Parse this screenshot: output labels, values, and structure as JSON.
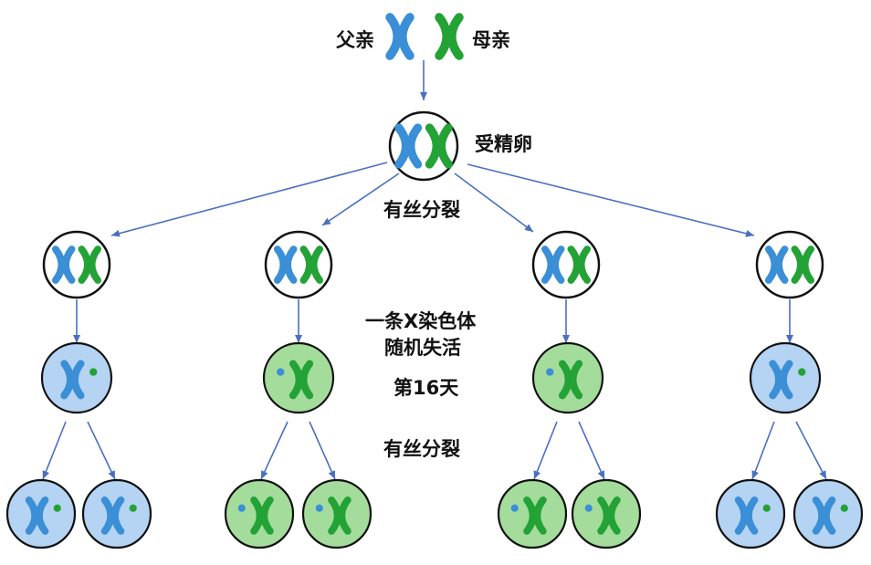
{
  "labels": {
    "father": "父亲",
    "mother": "母亲",
    "zygote": "受精卵",
    "mitosis_1": "有丝分裂",
    "x_inactivation_line1": "一条X染色体",
    "x_inactivation_line2": "随机失活",
    "day": "第16天",
    "mitosis_2": "有丝分裂"
  },
  "colors": {
    "paternal_x": "#3a8fd6",
    "maternal_x": "#23a236",
    "arrow": "#4a6fc0",
    "blue_cell_fill": "#b5d3f3",
    "green_cell_fill": "#a4dc9c",
    "white_cell_fill": "#ffffff",
    "cell_border": "#111111"
  },
  "generations": {
    "level2_cells": [
      "paternal+maternal",
      "paternal+maternal",
      "paternal+maternal",
      "paternal+maternal"
    ],
    "level3_active_x": [
      "paternal",
      "maternal",
      "maternal",
      "paternal"
    ],
    "level4_active_x": [
      "paternal",
      "paternal",
      "maternal",
      "maternal",
      "maternal",
      "maternal",
      "paternal",
      "paternal"
    ]
  }
}
